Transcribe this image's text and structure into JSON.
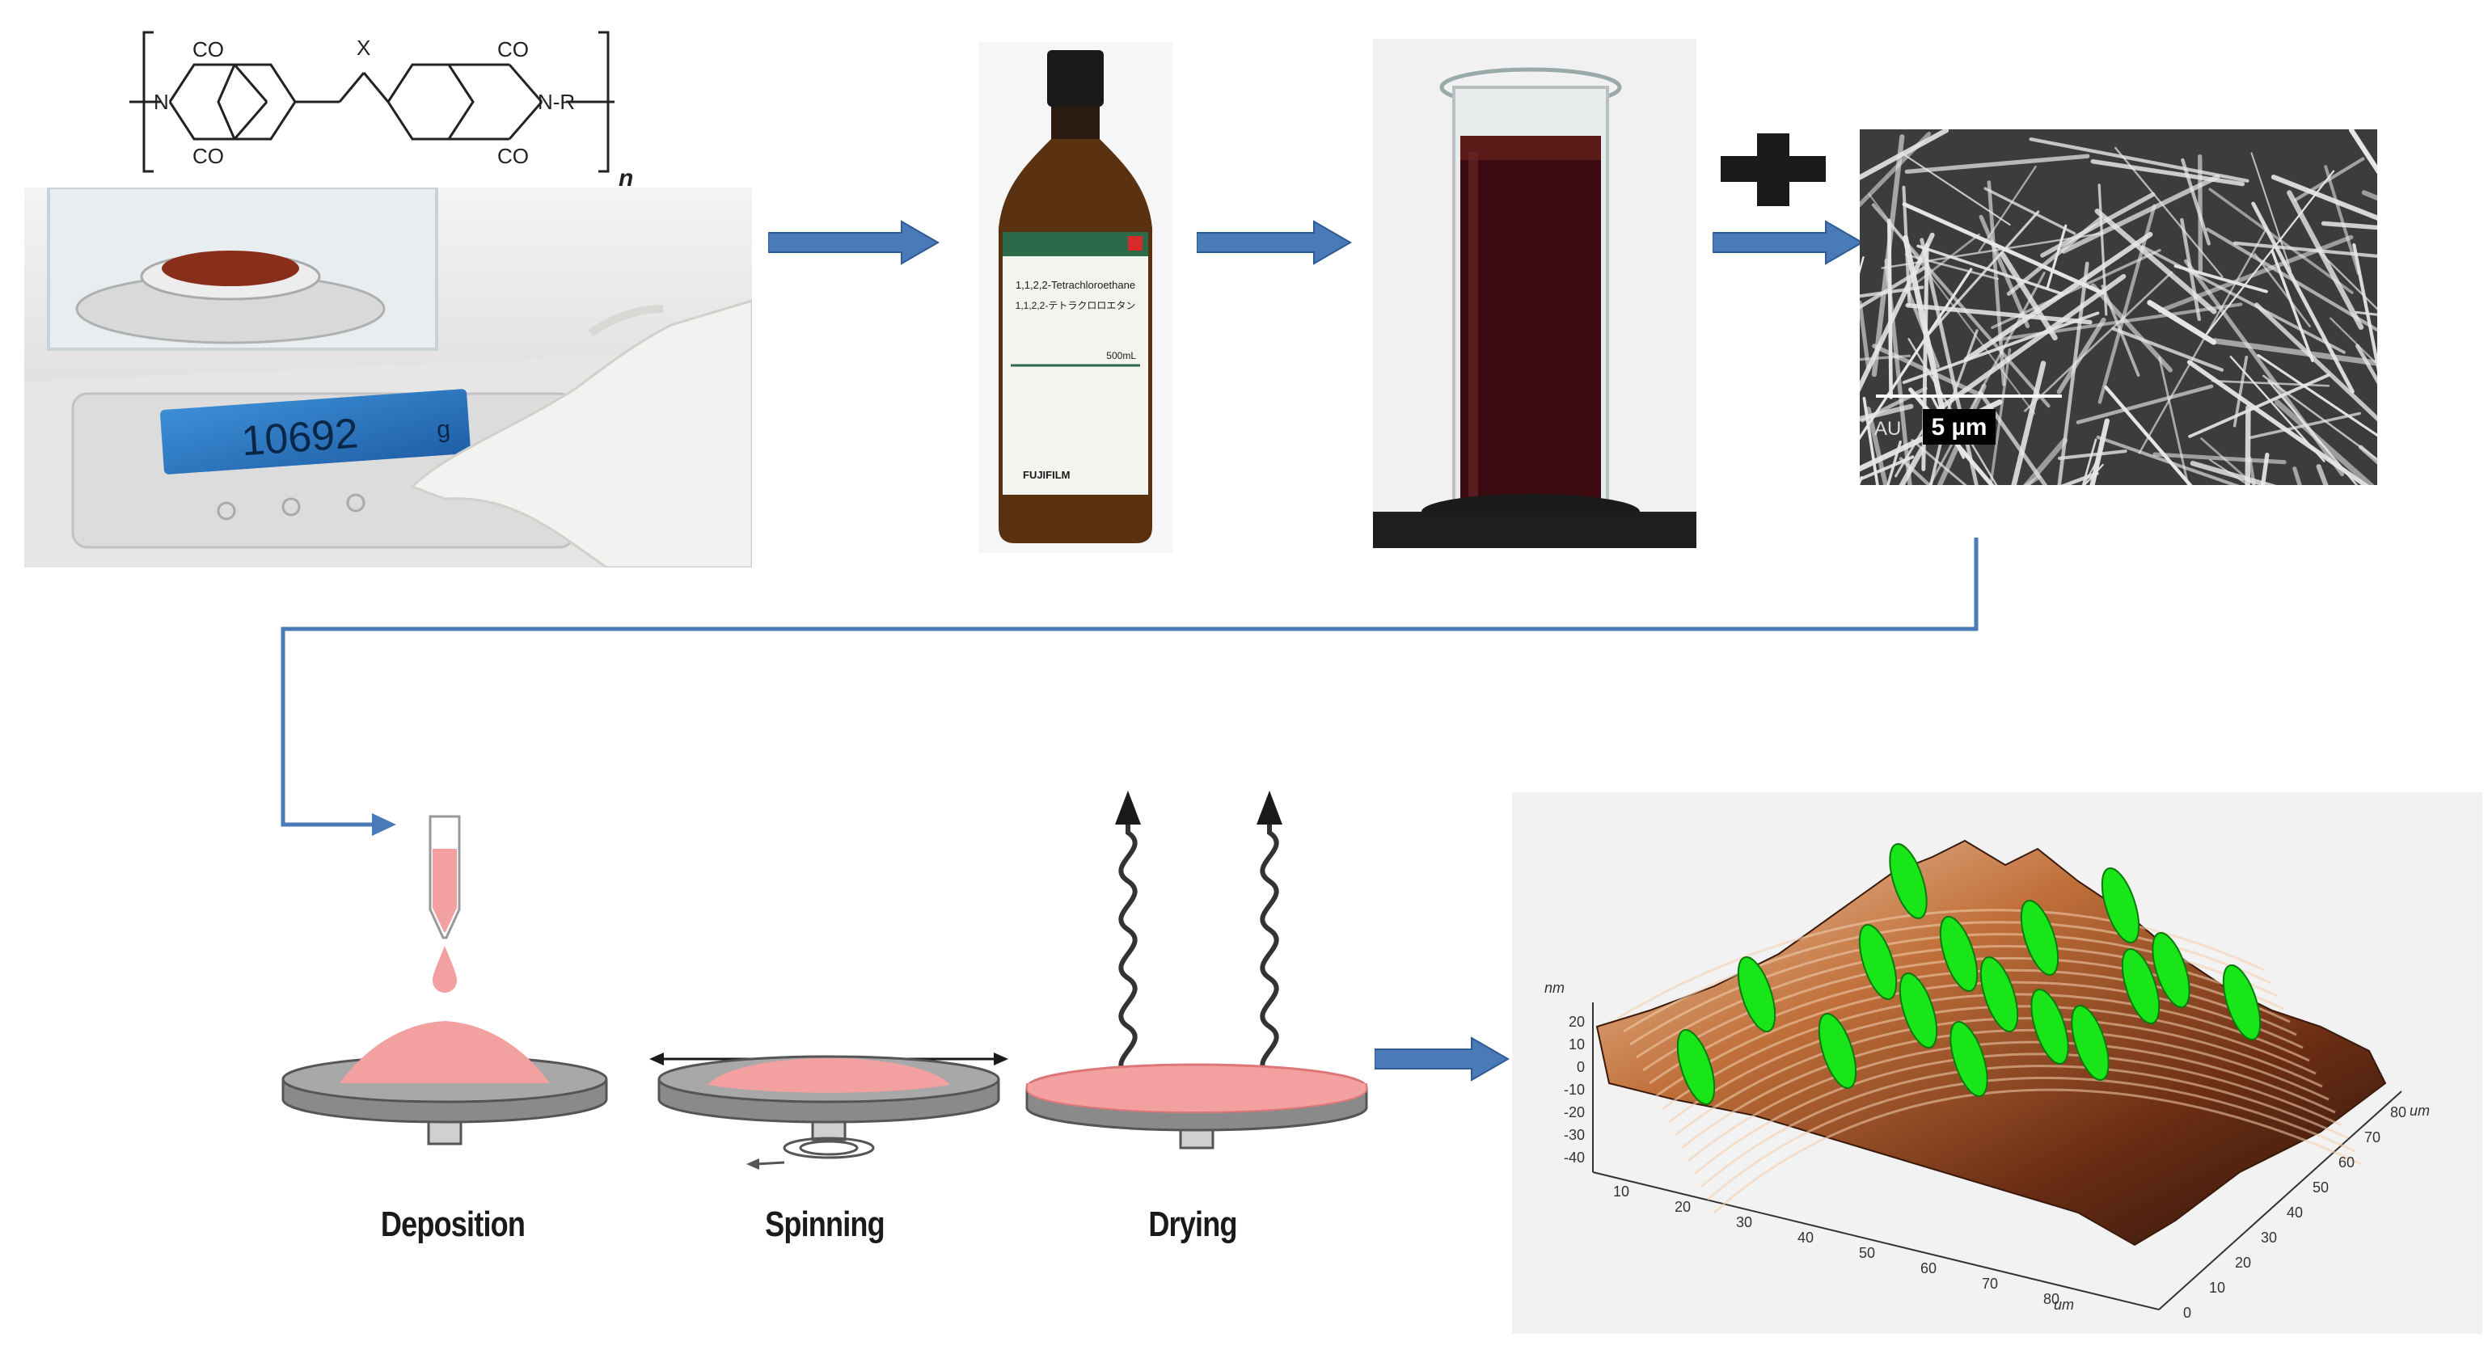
{
  "polymer_structure": {
    "group_co_top_left": "CO",
    "group_co_bottom_left": "CO",
    "group_x": "X",
    "group_co_top_right": "CO",
    "group_co_bottom_right": "CO",
    "imide_n_left": "N",
    "imide_n_right": "N-R",
    "repeat_subscript": "n"
  },
  "balance": {
    "display_reading": "10692",
    "display_unit": "g"
  },
  "solvent_bottle": {
    "label_name": "1,1,2,2-Tetrachloroethane",
    "label_japanese": "1,1,2,2-テトラクロロエタン",
    "volume": "500mL",
    "brand": "FUJIFILM"
  },
  "sem_image": {
    "scale_bar_label": "5 µm",
    "corner_text": "AU"
  },
  "process_steps": [
    {
      "label": "Deposition"
    },
    {
      "label": "Spinning"
    },
    {
      "label": "Drying"
    }
  ],
  "afm_plot": {
    "z_unit": "nm",
    "z_ticks": [
      "20",
      "10",
      "0",
      "-10",
      "-20",
      "-30",
      "-40"
    ],
    "x_unit": "um",
    "x_ticks": [
      "10",
      "20",
      "30",
      "40",
      "50",
      "60",
      "70",
      "80"
    ],
    "y_unit": "um",
    "y_ticks": [
      "0",
      "10",
      "20",
      "30",
      "40",
      "50",
      "60",
      "70",
      "80"
    ]
  },
  "colors": {
    "arrow_blue": "#4a7ab8",
    "film_pink": "#f2a0a0",
    "nanowire_green": "#19e619",
    "disk_gray": "#9a9a9a"
  }
}
